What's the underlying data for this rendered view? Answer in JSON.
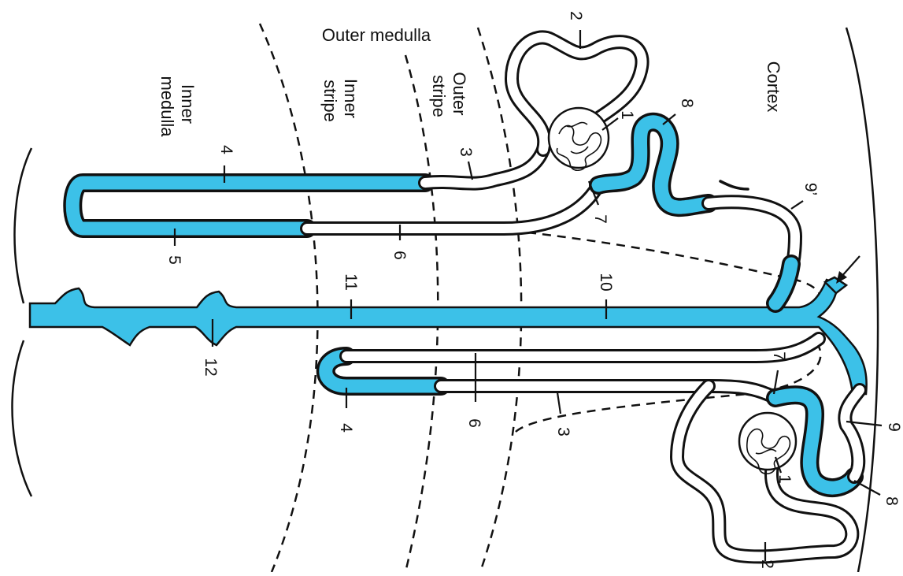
{
  "zones": {
    "outer_medulla": "Outer medulla",
    "inner_medulla": "Inner\nmedulla",
    "inner_stripe": "Inner\nstripe",
    "outer_stripe": "Outer\nstripe",
    "cortex": "Cortex"
  },
  "labels": {
    "top_1": "1",
    "top_2": "2",
    "top_3": "3",
    "top_4": "4",
    "top_5": "5",
    "top_6": "6",
    "top_7": "7",
    "top_8": "8",
    "top_9p": "9’",
    "l10": "10",
    "l11": "11",
    "l12": "12",
    "bot_1": "1",
    "bot_2": "2",
    "bot_3": "3",
    "bot_4": "4",
    "bot_6": "6",
    "bot_7": "7",
    "bot_8": "8",
    "bot_9": "9"
  },
  "colors": {
    "highlight": "#3cc1e8",
    "line": "#111111"
  }
}
